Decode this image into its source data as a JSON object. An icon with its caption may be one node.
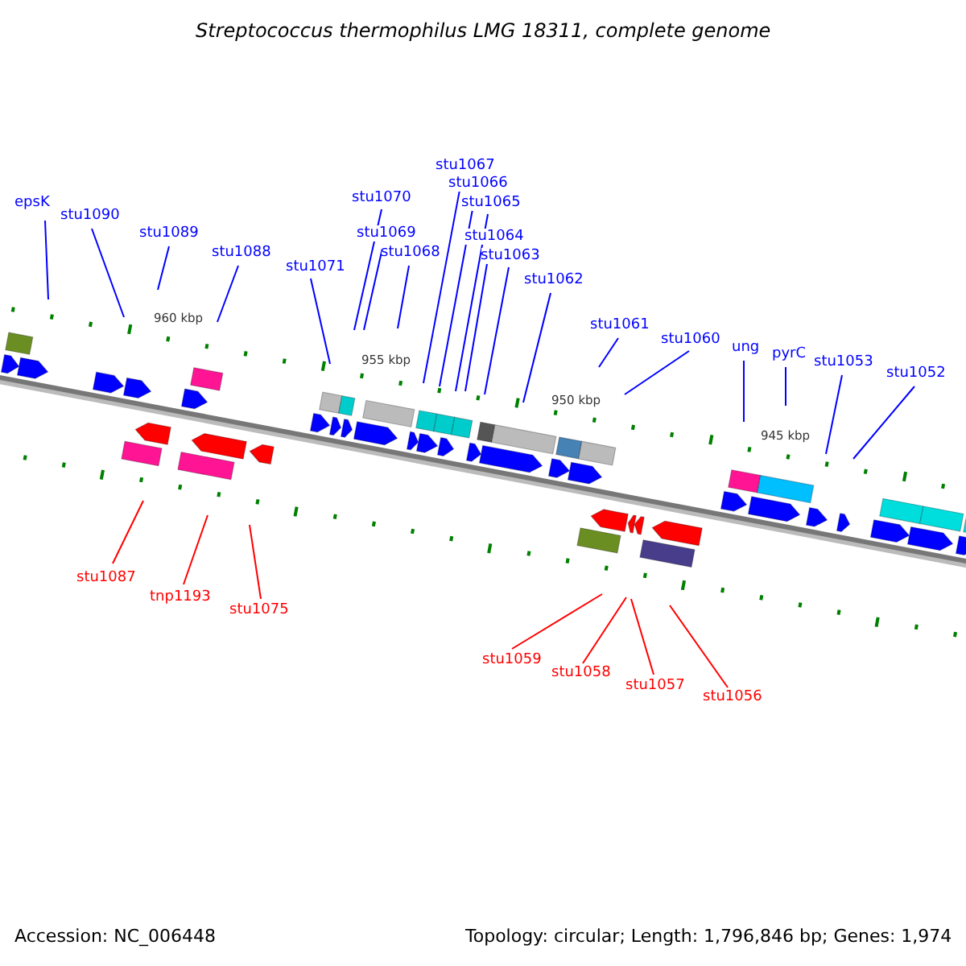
{
  "diagram": {
    "title": "Streptococcus thermophilus LMG 18311, complete genome",
    "nodes": [
      {
        "text": [
          "epsK"
        ]
      },
      {
        "text": [
          "stu1090"
        ]
      },
      {
        "text": [
          "stu1089"
        ]
      },
      {
        "text": [
          "stu1088"
        ]
      },
      {
        "text": [
          "stu1071"
        ]
      },
      {
        "text": [
          "stu1070"
        ]
      },
      {
        "text": [
          "stu1069"
        ]
      },
      {
        "text": [
          "stu1068"
        ]
      },
      {
        "text": [
          "stu1067"
        ]
      },
      {
        "text": [
          "stu1066"
        ]
      },
      {
        "text": [
          "stu1065"
        ]
      },
      {
        "text": [
          "stu1064"
        ]
      },
      {
        "text": [
          "stu1063"
        ]
      },
      {
        "text": [
          "stu1062"
        ]
      },
      {
        "text": [
          "stu1061"
        ]
      },
      {
        "text": [
          "stu1060"
        ]
      },
      {
        "text": [
          "ung"
        ]
      },
      {
        "text": [
          "pyrC"
        ]
      },
      {
        "text": [
          "stu1053"
        ]
      },
      {
        "text": [
          "stu1052"
        ]
      },
      {
        "text": [
          "stu1087"
        ]
      },
      {
        "text": [
          "tnp1193"
        ]
      },
      {
        "text": [
          "stu1075"
        ]
      },
      {
        "text": [
          "stu1059"
        ]
      },
      {
        "text": [
          "stu1058"
        ]
      },
      {
        "text": [
          "stu1057"
        ]
      },
      {
        "text": [
          "stu1056"
        ]
      }
    ],
    "edges": [
      {
        "from": 0,
        "to": null,
        "arrow": "none"
      },
      {
        "from": 1,
        "to": null,
        "arrow": "none"
      },
      {
        "from": 2,
        "to": null,
        "arrow": "none"
      },
      {
        "from": 3,
        "to": null,
        "arrow": "none"
      },
      {
        "from": 4,
        "to": null,
        "arrow": "none"
      },
      {
        "from": 5,
        "to": null,
        "arrow": "none"
      },
      {
        "from": 6,
        "to": null,
        "arrow": "none"
      },
      {
        "from": 7,
        "to": null,
        "arrow": "none"
      },
      {
        "from": 8,
        "to": null,
        "arrow": "none"
      },
      {
        "from": 9,
        "to": null,
        "arrow": "none"
      },
      {
        "from": 10,
        "to": null,
        "arrow": "none"
      },
      {
        "from": 11,
        "to": null,
        "arrow": "none"
      },
      {
        "from": 12,
        "to": null,
        "arrow": "none"
      },
      {
        "from": 13,
        "to": null,
        "arrow": "none"
      },
      {
        "from": 14,
        "to": null,
        "arrow": "none"
      },
      {
        "from": 15,
        "to": null,
        "arrow": "none"
      },
      {
        "from": 16,
        "to": null,
        "arrow": "none"
      },
      {
        "from": 17,
        "to": null,
        "arrow": "none"
      },
      {
        "from": 18,
        "to": null,
        "arrow": "none"
      },
      {
        "from": 19,
        "to": null,
        "arrow": "none"
      },
      {
        "from": 20,
        "to": null,
        "arrow": "none",
        "color": "#ff0000"
      },
      {
        "from": 21,
        "to": null,
        "arrow": "none",
        "color": "#ff0000"
      },
      {
        "from": 22,
        "to": null,
        "arrow": "none",
        "color": "#ff0000"
      },
      {
        "from": 23,
        "to": null,
        "arrow": "none",
        "color": "#ff0000"
      },
      {
        "from": 24,
        "to": null,
        "arrow": "none",
        "color": "#ff0000"
      },
      {
        "from": 25,
        "to": null,
        "arrow": "none",
        "color": "#ff0000"
      },
      {
        "from": 26,
        "to": null,
        "arrow": "none",
        "color": "#ff0000"
      }
    ],
    "labels": [
      "960 kbp",
      "955 kbp",
      "950 kbp",
      "945 kbp",
      "Accession: NC_006448",
      "Topology: circular; Length: 1,796,846 bp; Genes: 1,974"
    ]
  }
}
